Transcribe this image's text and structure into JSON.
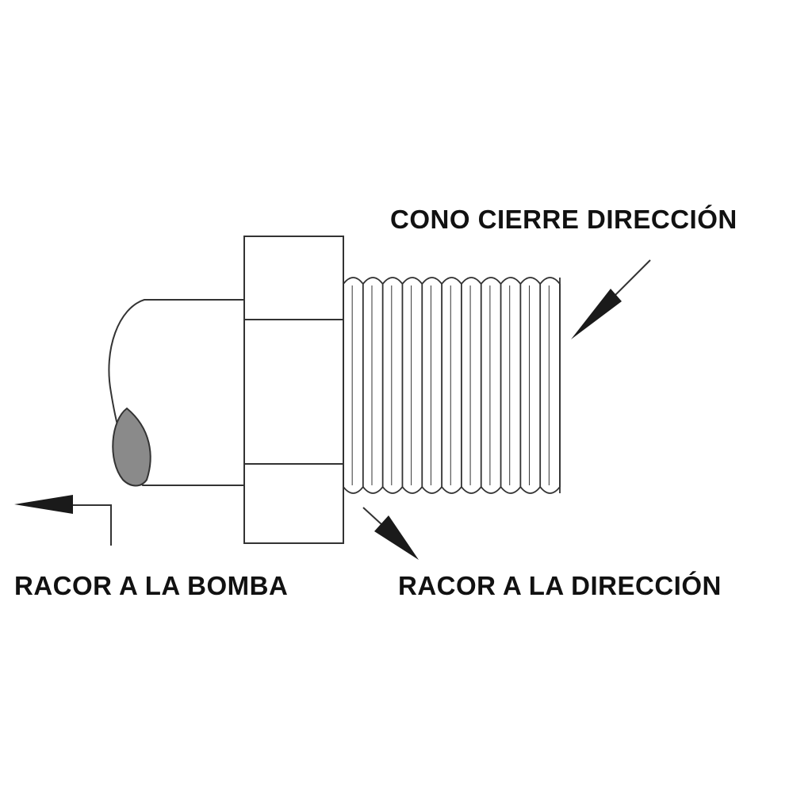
{
  "labels": {
    "cono_cierre": "CONO CIERRE DIRECCIÓN",
    "racor_bomba": "RACOR A LA BOMBA",
    "racor_direccion": "RACOR A LA DIRECCIÓN"
  },
  "colors": {
    "line": "#333333",
    "arrow_fill": "#1a1a1a",
    "weld_fill": "#8a8a8a",
    "text": "#111111",
    "background": "#ffffff"
  }
}
